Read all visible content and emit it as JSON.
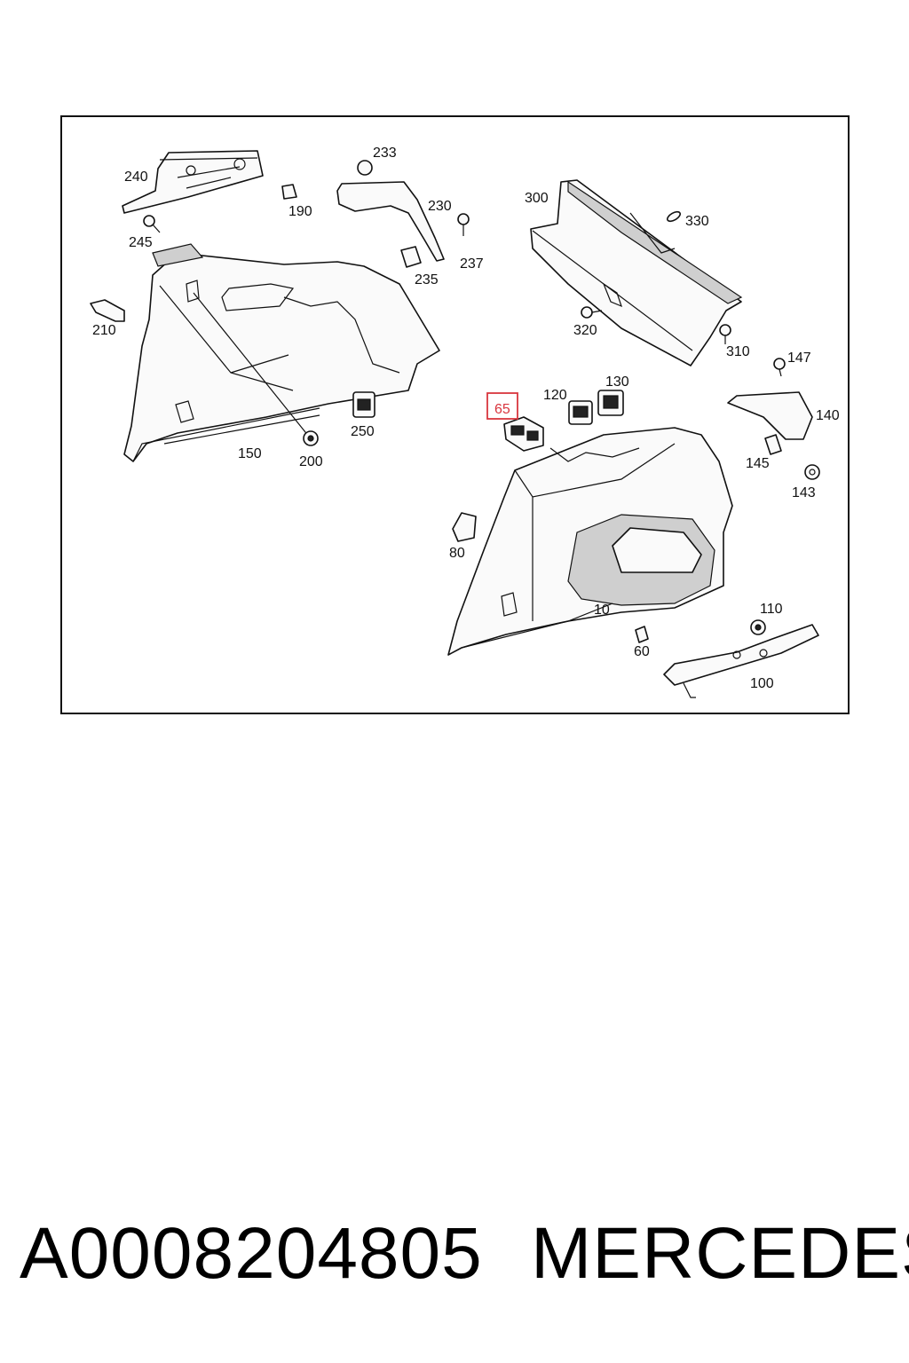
{
  "diagram": {
    "labels": {
      "l233": "233",
      "l240": "240",
      "l190": "190",
      "l230": "230",
      "l300": "300",
      "l330": "330",
      "l245": "245",
      "l237": "237",
      "l235": "235",
      "l210": "210",
      "l320": "320",
      "l310": "310",
      "l147": "147",
      "l130": "130",
      "l120": "120",
      "l65": "65",
      "l250": "250",
      "l140": "140",
      "l150": "150",
      "l200": "200",
      "l145": "145",
      "l143": "143",
      "l80": "80",
      "l110": "110",
      "l10": "10",
      "l60": "60",
      "l100": "100"
    },
    "highlighted_label": "65",
    "highlight_color": "#d9363e"
  },
  "footer": {
    "part_number": "A0008204805",
    "brand": "MERCEDES"
  }
}
